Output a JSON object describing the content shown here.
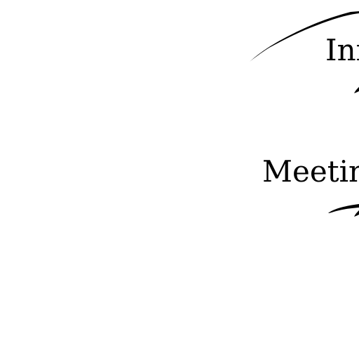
{
  "snippet": {
    "labels": {
      "top": "Inf",
      "middle": "Meetin"
    },
    "strokes": [
      "upper-arc-stroke",
      "right-edge-tick-stroke",
      "lower-swoosh-stroke"
    ],
    "colors": {
      "background": "#ffffff",
      "ink": "#000000"
    }
  }
}
